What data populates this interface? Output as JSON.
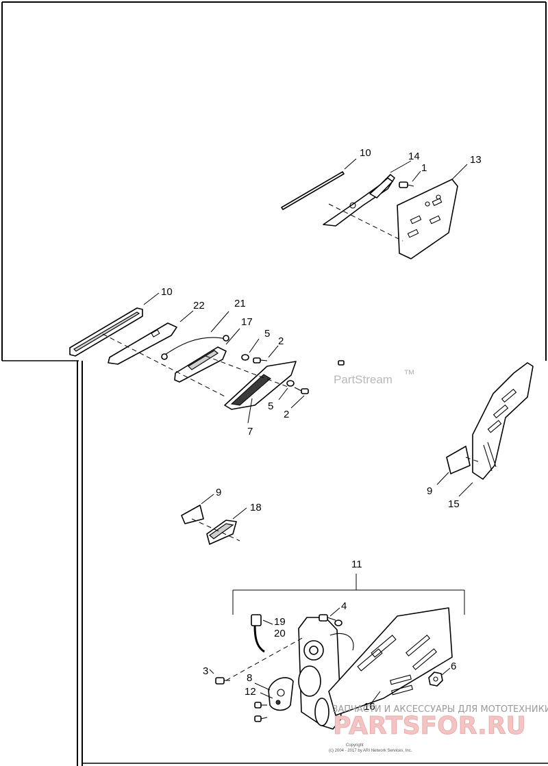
{
  "callouts": [
    {
      "id": "c10a",
      "text": "10"
    },
    {
      "id": "c14",
      "text": "14"
    },
    {
      "id": "c1",
      "text": "1"
    },
    {
      "id": "c13",
      "text": "13"
    },
    {
      "id": "c10b",
      "text": "10"
    },
    {
      "id": "c22",
      "text": "22"
    },
    {
      "id": "c21",
      "text": "21"
    },
    {
      "id": "c17",
      "text": "17"
    },
    {
      "id": "c5a",
      "text": "5"
    },
    {
      "id": "c2a",
      "text": "2"
    },
    {
      "id": "c5b",
      "text": "5"
    },
    {
      "id": "c2b",
      "text": "2"
    },
    {
      "id": "c7",
      "text": "7"
    },
    {
      "id": "c9a",
      "text": "9"
    },
    {
      "id": "c18",
      "text": "18"
    },
    {
      "id": "c9b",
      "text": "9"
    },
    {
      "id": "c15",
      "text": "15"
    },
    {
      "id": "c11",
      "text": "11"
    },
    {
      "id": "c4",
      "text": "4"
    },
    {
      "id": "c19",
      "text": "19"
    },
    {
      "id": "c20",
      "text": "20"
    },
    {
      "id": "c3",
      "text": "3"
    },
    {
      "id": "c8",
      "text": "8"
    },
    {
      "id": "c12",
      "text": "12"
    },
    {
      "id": "c16",
      "text": "16"
    },
    {
      "id": "c6",
      "text": "6"
    }
  ],
  "watermark": {
    "partstream": "PartStream",
    "trademark": "™",
    "shop_tagline": "ЗАПЧАСТИ И АКСЕССУАРЫ ДЛЯ МОТОТЕХНИКИ",
    "shop_logo": "PARTSFOR.RU",
    "copyright_title": "Copyright",
    "copyright_line": "(c) 2004 - 2017 by ARI Network Services, Inc."
  }
}
